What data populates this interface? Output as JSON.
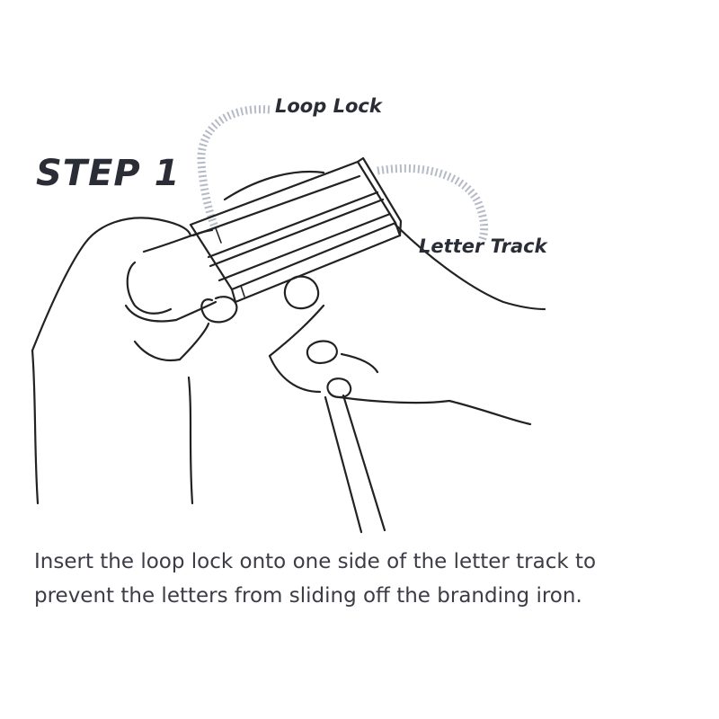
{
  "title": "STEP 1",
  "labels": {
    "loop_lock": "Loop Lock",
    "letter_track": "Letter Track"
  },
  "caption": {
    "line1": "Insert the loop lock onto one side of the letter track to",
    "line2": "prevent the letters from sliding off the branding iron."
  },
  "colors": {
    "ink": "#222222",
    "text": "#2b2d36",
    "arrow_dots": "#a8aebc"
  }
}
